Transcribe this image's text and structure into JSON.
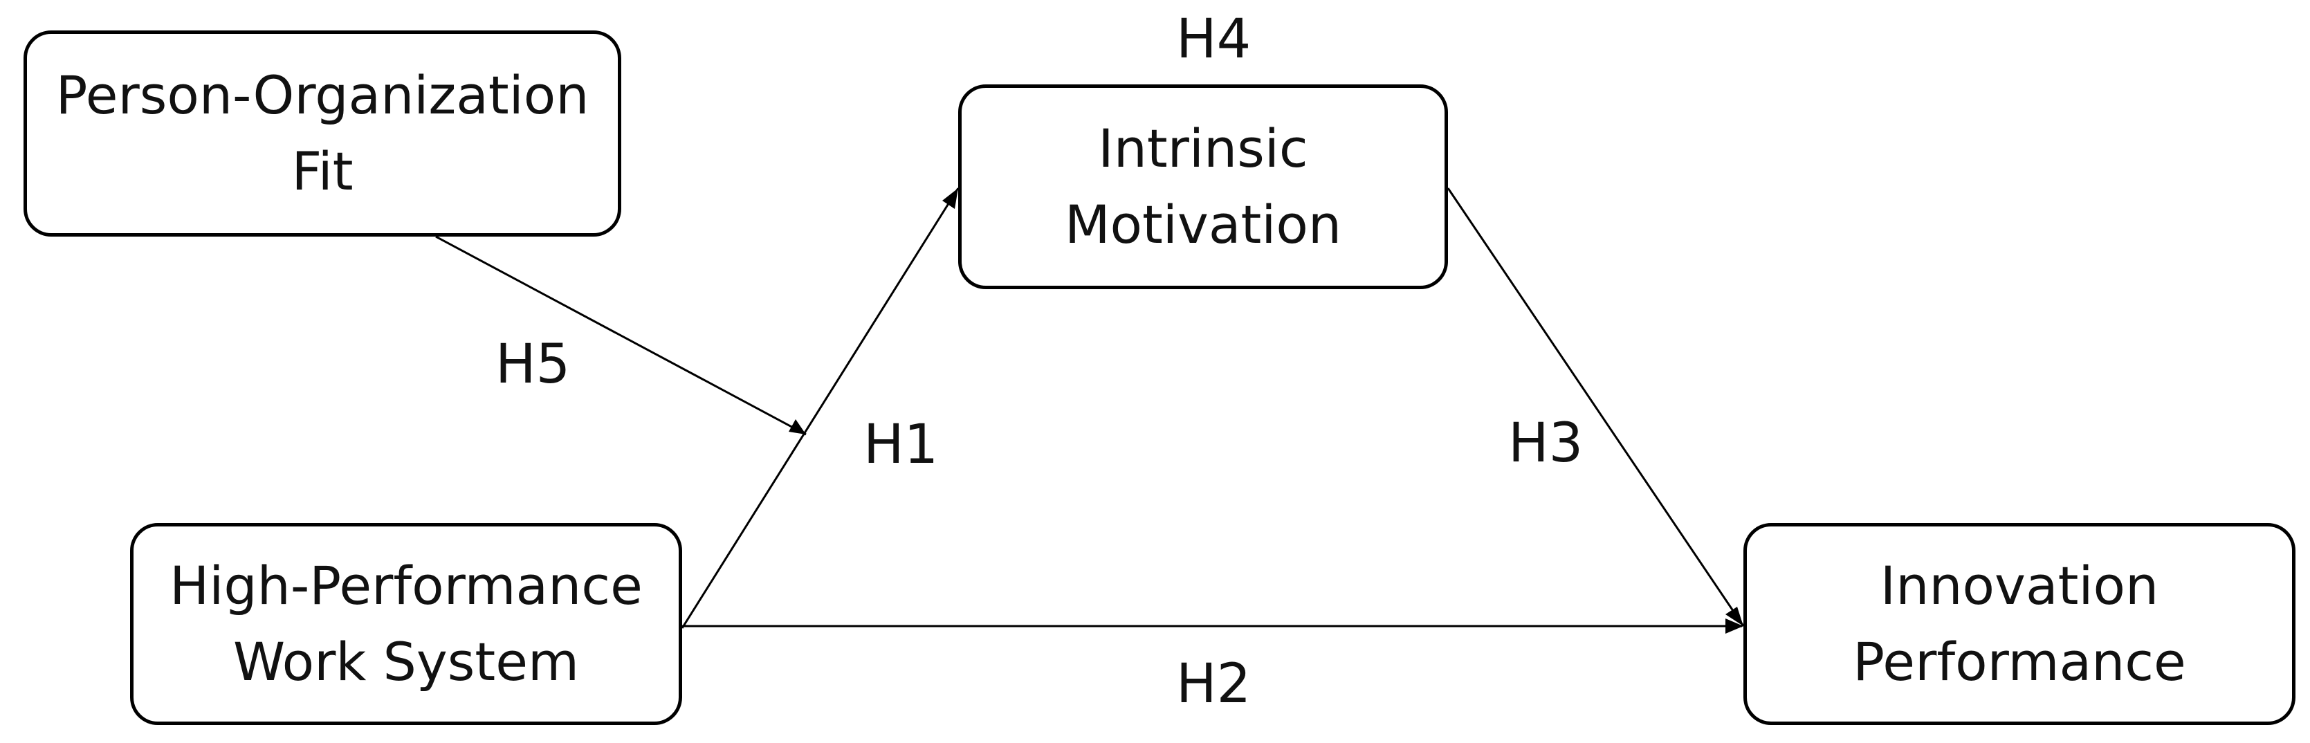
{
  "boxes": {
    "person_org_fit": {
      "line1": "Person-Organization",
      "line2": "Fit"
    },
    "intrinsic_motivation": {
      "line1": "Intrinsic",
      "line2": "Motivation"
    },
    "hpws": {
      "line1": "High-Performance",
      "line2": "Work System"
    },
    "innovation_performance": {
      "line1": "Innovation",
      "line2": "Performance"
    }
  },
  "hypotheses": {
    "h1": "H1",
    "h2": "H2",
    "h3": "H3",
    "h4": "H4",
    "h5": "H5"
  },
  "colors": {
    "line": "#000000",
    "text": "#111111",
    "background": "#ffffff"
  }
}
